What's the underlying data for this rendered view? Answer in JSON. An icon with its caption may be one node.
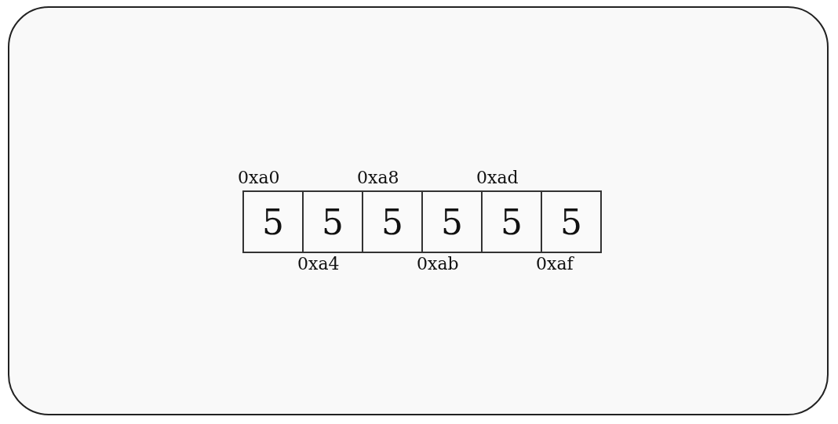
{
  "diagram": {
    "nodes": [
      {
        "text": [],
        "shape": "box"
      },
      {
        "text": [
          "5"
        ],
        "in": 0,
        "beside": [
          "0xa0"
        ]
      },
      {
        "text": [
          "5"
        ],
        "in": 0,
        "beside": [
          "0xa4"
        ]
      },
      {
        "text": [
          "5"
        ],
        "in": 0,
        "beside": [
          "0xa8"
        ]
      },
      {
        "text": [
          "5"
        ],
        "in": 0,
        "beside": [
          "0xab"
        ]
      },
      {
        "text": [
          "5"
        ],
        "in": 0,
        "beside": [
          "0xad"
        ]
      },
      {
        "text": [
          "5"
        ],
        "in": 0,
        "beside": [
          "0xaf"
        ]
      }
    ],
    "edges": []
  }
}
